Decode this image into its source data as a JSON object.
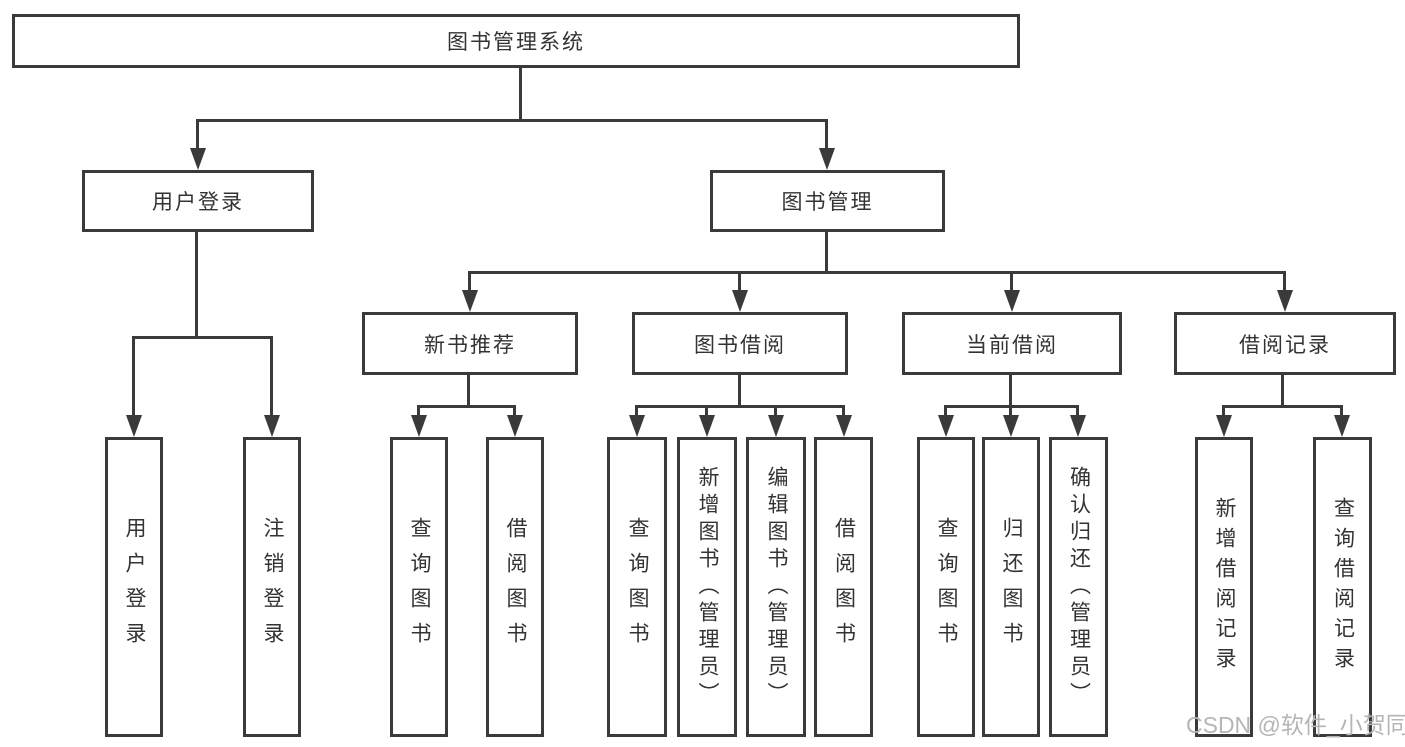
{
  "diagram": {
    "type": "tree",
    "root": {
      "label": "图书管理系统",
      "children": [
        {
          "label": "用户登录",
          "children": [
            {
              "label": "用户登录"
            },
            {
              "label": "注销登录"
            }
          ]
        },
        {
          "label": "图书管理",
          "children": [
            {
              "label": "新书推荐",
              "children": [
                {
                  "label": "查询图书"
                },
                {
                  "label": "借阅图书"
                }
              ]
            },
            {
              "label": "图书借阅",
              "children": [
                {
                  "label": "查询图书"
                },
                {
                  "label": "新增图书（管理员）"
                },
                {
                  "label": "编辑图书（管理员）"
                },
                {
                  "label": "借阅图书"
                }
              ]
            },
            {
              "label": "当前借阅",
              "children": [
                {
                  "label": "查询图书"
                },
                {
                  "label": "归还图书"
                },
                {
                  "label": "确认归还（管理员）"
                }
              ]
            },
            {
              "label": "借阅记录",
              "children": [
                {
                  "label": "新增借阅记录"
                },
                {
                  "label": "查询借阅记录"
                }
              ]
            }
          ]
        }
      ]
    }
  },
  "watermark": {
    "text": "CSDN @软件_小贺同学"
  },
  "colors": {
    "line": "#3a3a3a",
    "text": "#333333",
    "watermark": "#b5b5b5",
    "background": "#ffffff"
  }
}
